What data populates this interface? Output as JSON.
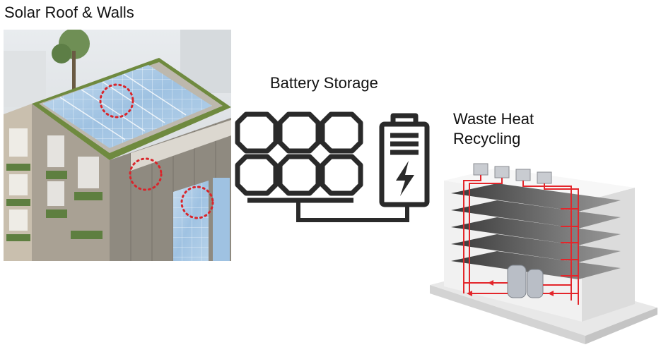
{
  "labels": {
    "solar": "Solar Roof & Walls",
    "battery": "Battery Storage",
    "heat_line1": "Waste Heat",
    "heat_line2": "Recycling"
  },
  "colors": {
    "highlight_circle": "#d9252b",
    "pipe": "#e3262b",
    "icon_stroke": "#2a2a2a",
    "panel_glass": "#a9c9e6",
    "facade": "#8f8a80"
  },
  "icons": [
    "solar-panel-icon",
    "battery-charging-icon",
    "bolt-icon"
  ]
}
